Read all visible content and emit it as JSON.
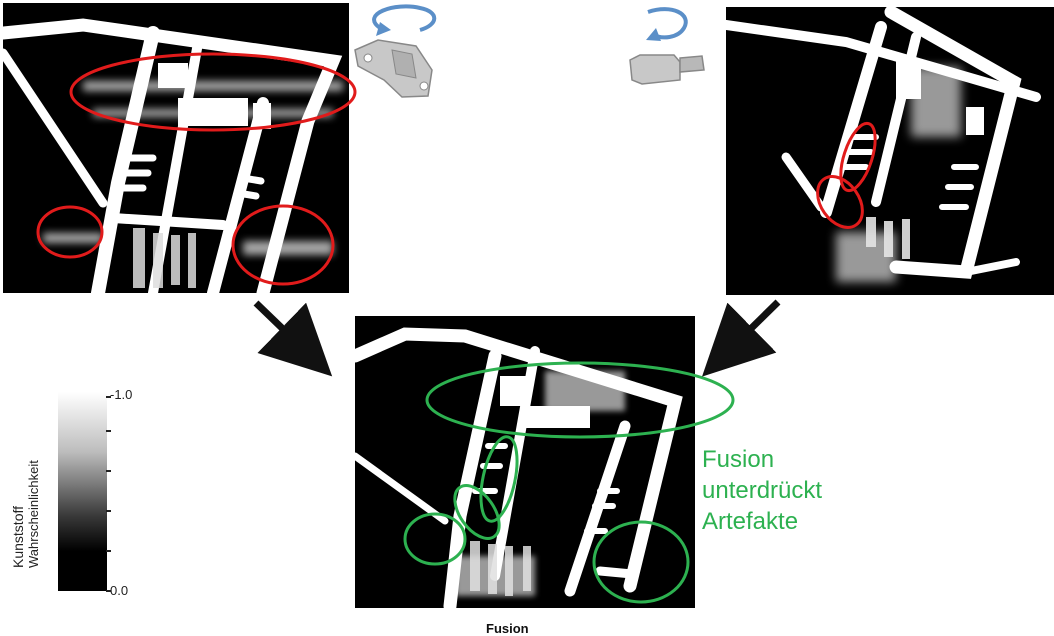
{
  "fusion_annotation": "Fusion\nunterdrückt\nArtefakte",
  "fusion_caption": "Fusion",
  "colorbar": {
    "title_line1": "Kunststoff",
    "title_line2": "Wahrscheinlichkeit",
    "max_label": "-1.0",
    "min_label": "0.0"
  },
  "colors": {
    "artifact_marker": "#e11b1b",
    "fusion_marker": "#2db150",
    "rotation_arrow": "#5b8fc8",
    "part_gray": "#c8c8c8"
  },
  "icons": {
    "left_view": "rotation-view-part-front-icon",
    "right_view": "rotation-view-part-side-icon"
  }
}
